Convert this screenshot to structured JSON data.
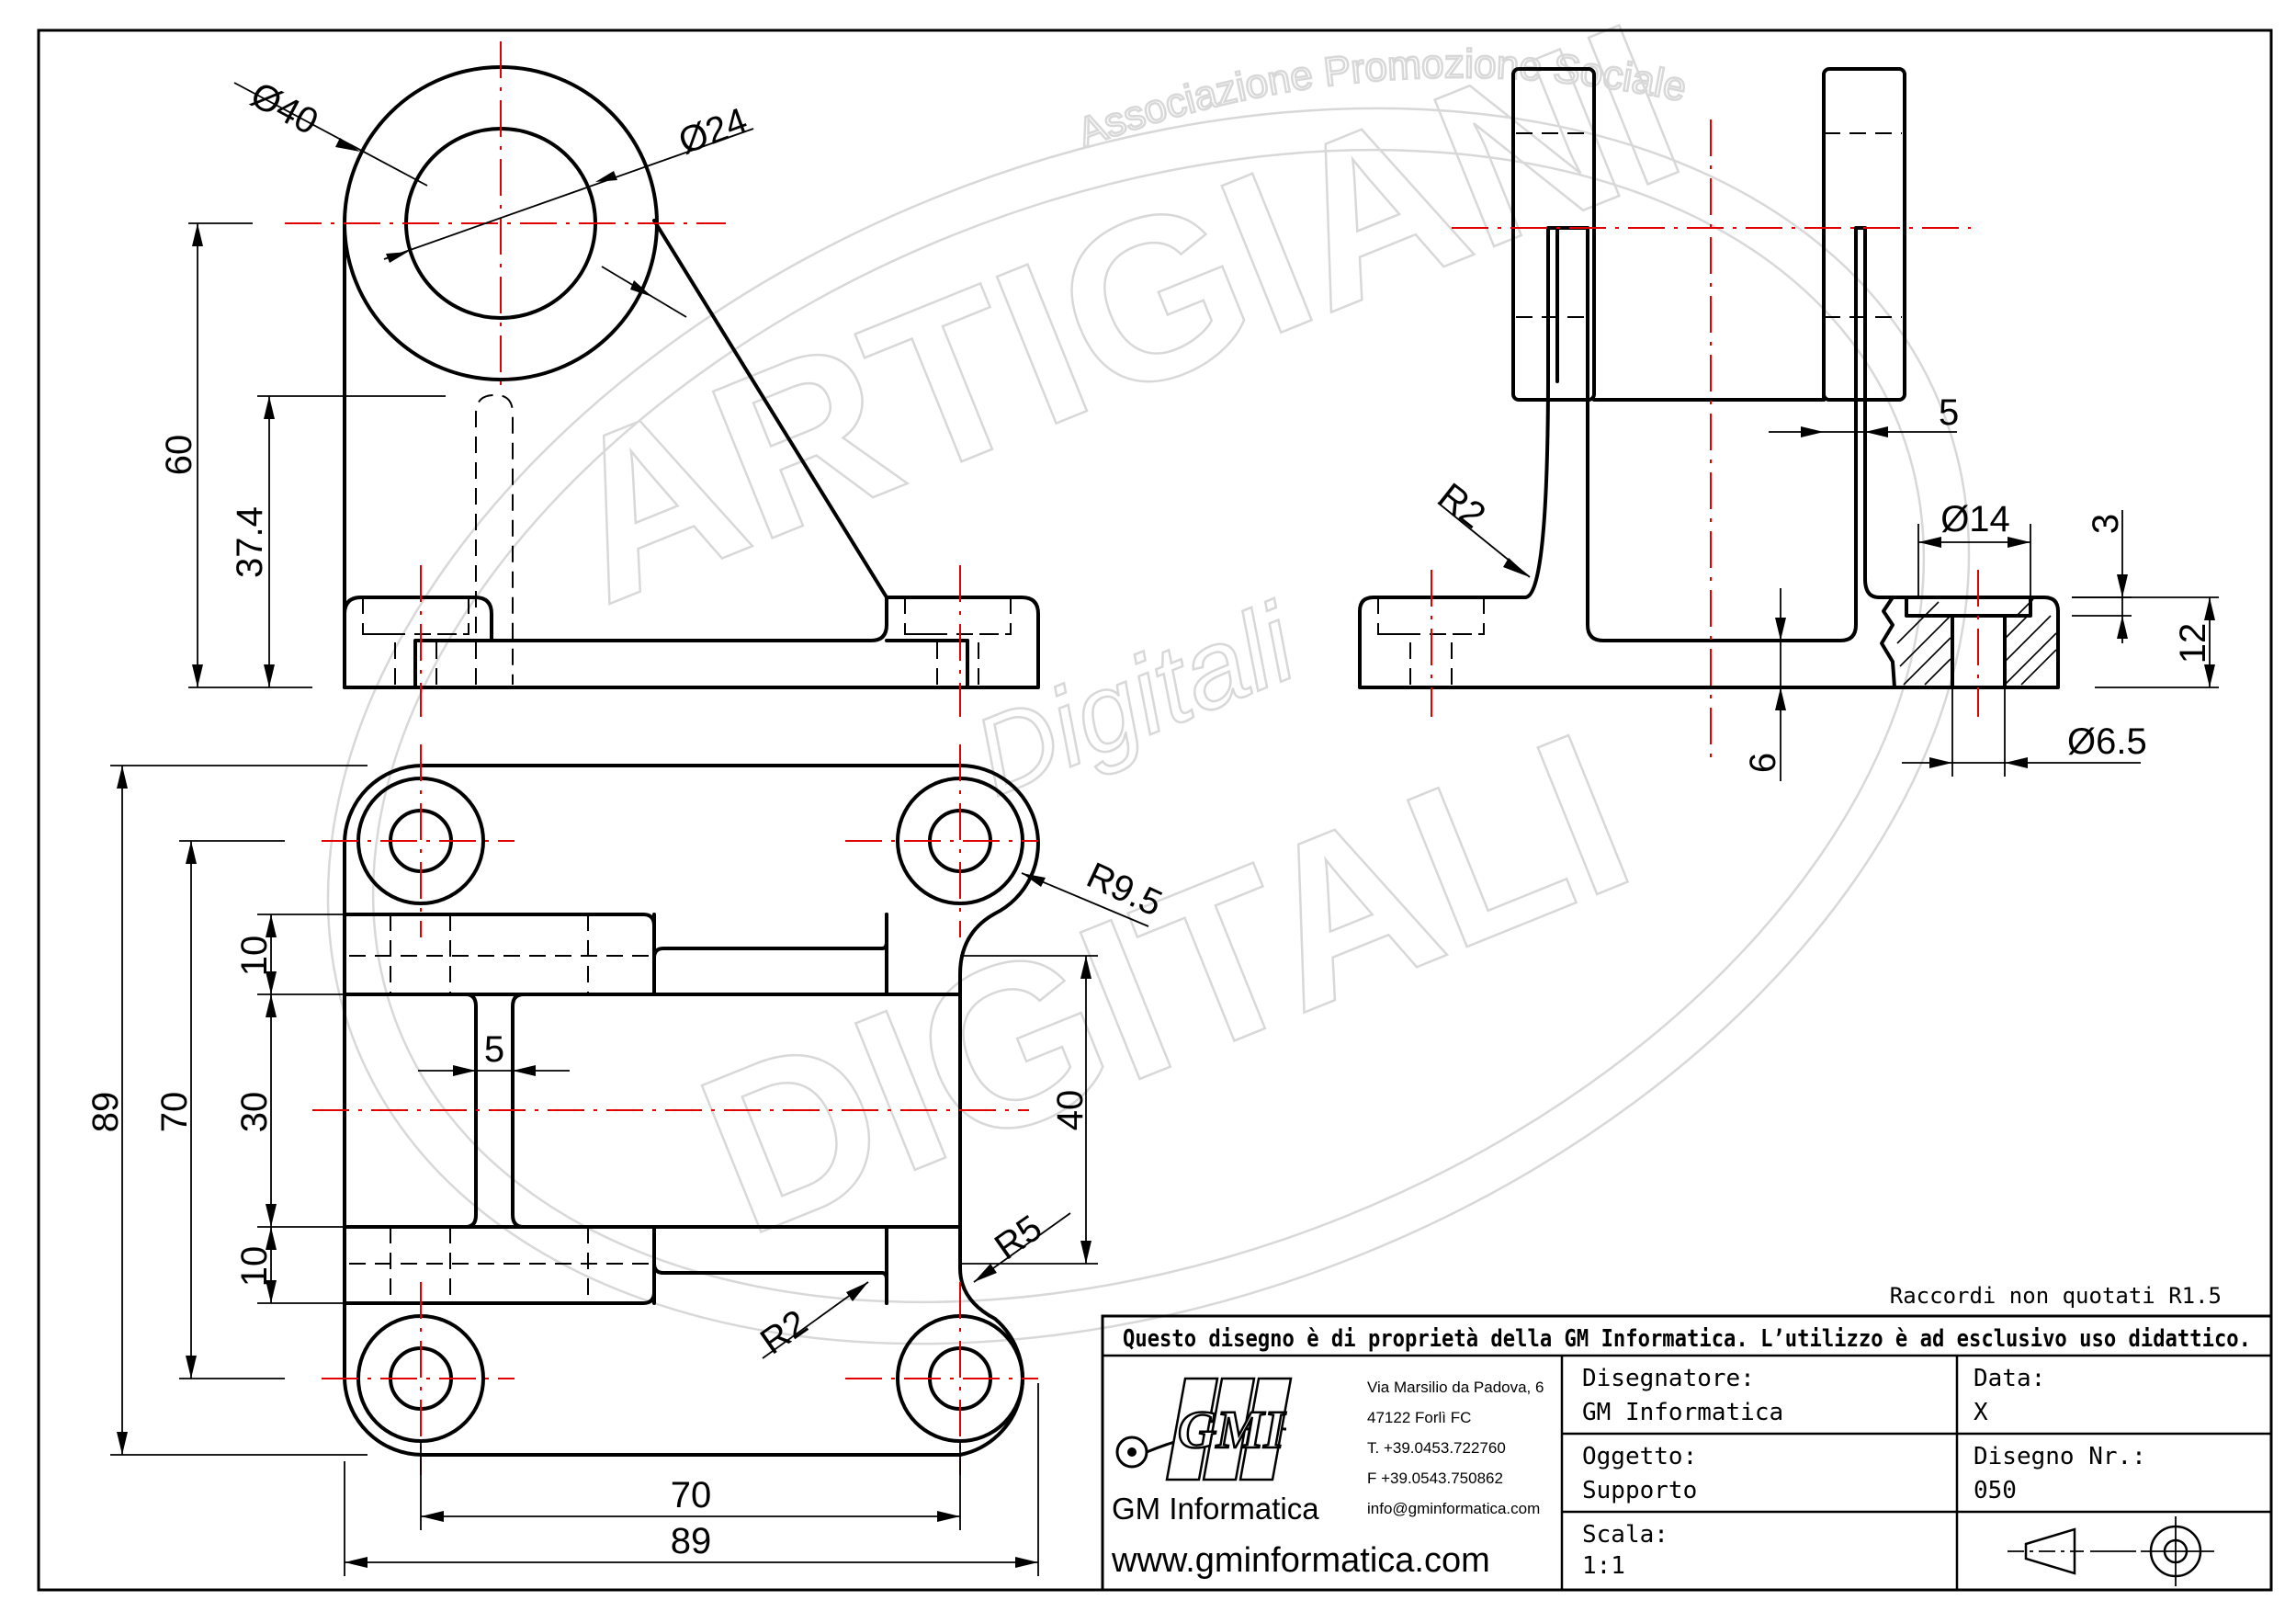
{
  "watermark": {
    "arc_text": "Associazione Promozione Sociale",
    "word_top": "ARTIGIANI",
    "word_mid": "Digitali",
    "word_bottom": "DIGITALI"
  },
  "dimensions": {
    "d40": "Ø40",
    "d24": "Ø24",
    "h60": "60",
    "h374": "37.4",
    "s5_side": "5",
    "r2_side": "R2",
    "d14": "Ø14",
    "t3": "3",
    "t12": "12",
    "t6": "6",
    "d65": "Ø6.5",
    "w89": "89",
    "w70": "70",
    "p10_top": "10",
    "p30": "30",
    "p10_bot": "10",
    "s5_top": "5",
    "h40": "40",
    "r95": "R9.5",
    "r5": "R5",
    "r2_top": "R2",
    "b70": "70",
    "b89": "89"
  },
  "note": "Raccordi non quotati R1.5",
  "title_block": {
    "ownership": "Questo disegno è di proprietà della GM Informatica. L’utilizzo è ad esclusivo uso didattico.",
    "logo_text": "GMI",
    "company": "GM Informatica",
    "website": "www.gminformatica.com",
    "address": [
      "Via Marsilio da Padova, 6",
      "47122 Forlì FC",
      "T. +39.0453.722760",
      "F +39.0543.750862",
      "info@gminformatica.com"
    ],
    "designer_label": "Disegnatore:",
    "designer_value": "GM Informatica",
    "date_label": "Data:",
    "date_value": "X",
    "object_label": "Oggetto:",
    "object_value": "Supporto",
    "drawing_no_label": "Disegno Nr.:",
    "drawing_no_value": "050",
    "scale_label": "Scala:",
    "scale_value": "1:1"
  }
}
